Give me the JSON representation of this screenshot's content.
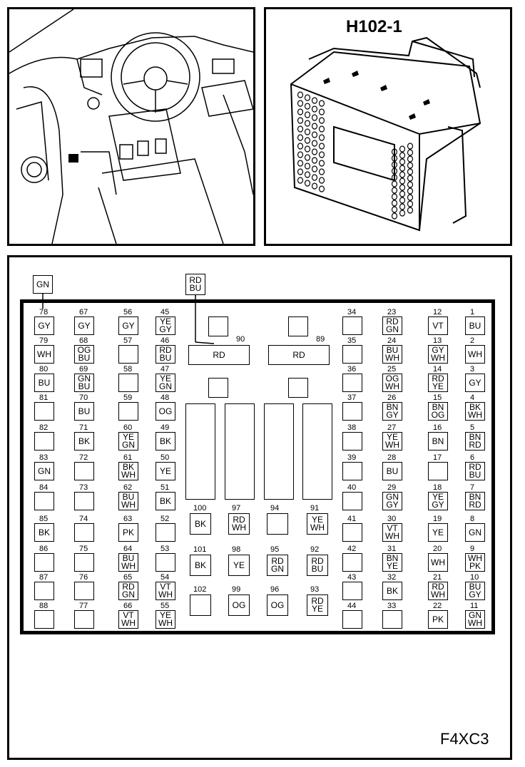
{
  "title": "H102-1",
  "figure_code": "F4XC3",
  "external_top": [
    {
      "id": "ext-gn",
      "text": "GN"
    },
    {
      "id": "ext-rdbu",
      "text": "RD\nBU"
    }
  ],
  "cells": [
    {
      "n": "78",
      "t": "GY"
    },
    {
      "n": "79",
      "t": "WH"
    },
    {
      "n": "80",
      "t": "BU"
    },
    {
      "n": "81",
      "t": ""
    },
    {
      "n": "82",
      "t": ""
    },
    {
      "n": "83",
      "t": "GN"
    },
    {
      "n": "84",
      "t": ""
    },
    {
      "n": "85",
      "t": "BK"
    },
    {
      "n": "86",
      "t": ""
    },
    {
      "n": "87",
      "t": ""
    },
    {
      "n": "88",
      "t": ""
    },
    {
      "n": "67",
      "t": "GY"
    },
    {
      "n": "68",
      "t": "OG\nBU"
    },
    {
      "n": "69",
      "t": "GN\nBU"
    },
    {
      "n": "70",
      "t": "BU"
    },
    {
      "n": "71",
      "t": "BK"
    },
    {
      "n": "72",
      "t": ""
    },
    {
      "n": "73",
      "t": ""
    },
    {
      "n": "74",
      "t": ""
    },
    {
      "n": "75",
      "t": ""
    },
    {
      "n": "76",
      "t": ""
    },
    {
      "n": "77",
      "t": ""
    },
    {
      "n": "56",
      "t": "GY"
    },
    {
      "n": "57",
      "t": ""
    },
    {
      "n": "58",
      "t": ""
    },
    {
      "n": "59",
      "t": ""
    },
    {
      "n": "60",
      "t": "YE\nGN"
    },
    {
      "n": "61",
      "t": "BK\nWH"
    },
    {
      "n": "62",
      "t": "BU\nWH"
    },
    {
      "n": "63",
      "t": "PK"
    },
    {
      "n": "64",
      "t": "BU\nWH"
    },
    {
      "n": "65",
      "t": "RD\nGN"
    },
    {
      "n": "66",
      "t": "VT\nWH"
    },
    {
      "n": "45",
      "t": "YE\nGY"
    },
    {
      "n": "46",
      "t": "RD\nBU"
    },
    {
      "n": "47",
      "t": "YE\nGN"
    },
    {
      "n": "48",
      "t": "OG"
    },
    {
      "n": "49",
      "t": "BK"
    },
    {
      "n": "50",
      "t": "YE"
    },
    {
      "n": "51",
      "t": "BK"
    },
    {
      "n": "52",
      "t": ""
    },
    {
      "n": "53",
      "t": ""
    },
    {
      "n": "54",
      "t": "VT\nWH"
    },
    {
      "n": "55",
      "t": "YE\nWH"
    },
    {
      "n": "34",
      "t": ""
    },
    {
      "n": "35",
      "t": ""
    },
    {
      "n": "36",
      "t": ""
    },
    {
      "n": "37",
      "t": ""
    },
    {
      "n": "38",
      "t": ""
    },
    {
      "n": "39",
      "t": ""
    },
    {
      "n": "40",
      "t": ""
    },
    {
      "n": "41",
      "t": ""
    },
    {
      "n": "42",
      "t": ""
    },
    {
      "n": "43",
      "t": ""
    },
    {
      "n": "44",
      "t": ""
    },
    {
      "n": "23",
      "t": "RD\nGN"
    },
    {
      "n": "24",
      "t": "BU\nWH"
    },
    {
      "n": "25",
      "t": "OG\nWH"
    },
    {
      "n": "26",
      "t": "BN\nGY"
    },
    {
      "n": "27",
      "t": "YE\nWH"
    },
    {
      "n": "28",
      "t": "BU"
    },
    {
      "n": "29",
      "t": "GN\nGY"
    },
    {
      "n": "30",
      "t": "VT\nWH"
    },
    {
      "n": "31",
      "t": "BN\nYE"
    },
    {
      "n": "32",
      "t": "BK"
    },
    {
      "n": "33",
      "t": ""
    },
    {
      "n": "12",
      "t": "VT"
    },
    {
      "n": "13",
      "t": "GY\nWH"
    },
    {
      "n": "14",
      "t": "RD\nYE"
    },
    {
      "n": "15",
      "t": "BN\nOG"
    },
    {
      "n": "16",
      "t": "BN"
    },
    {
      "n": "17",
      "t": ""
    },
    {
      "n": "18",
      "t": "YE\nGY"
    },
    {
      "n": "19",
      "t": "YE"
    },
    {
      "n": "20",
      "t": "WH"
    },
    {
      "n": "21",
      "t": "RD\nWH"
    },
    {
      "n": "22",
      "t": "PK"
    },
    {
      "n": "1",
      "t": "BU"
    },
    {
      "n": "2",
      "t": "WH"
    },
    {
      "n": "3",
      "t": "GY"
    },
    {
      "n": "4",
      "t": "BK\nWH"
    },
    {
      "n": "5",
      "t": "BN\nRD"
    },
    {
      "n": "6",
      "t": "RD\nBU"
    },
    {
      "n": "7",
      "t": "BN\nRD"
    },
    {
      "n": "8",
      "t": "GN"
    },
    {
      "n": "9",
      "t": "WH\nPK"
    },
    {
      "n": "10",
      "t": "BU\nGY"
    },
    {
      "n": "11",
      "t": "GN\nWH"
    }
  ],
  "center": {
    "relay90": {
      "n": "90",
      "t": "RD"
    },
    "relay89": {
      "n": "89",
      "t": "RD"
    },
    "lower": [
      {
        "n": "100",
        "t": "BK"
      },
      {
        "n": "97",
        "t": "RD\nWH"
      },
      {
        "n": "94",
        "t": ""
      },
      {
        "n": "91",
        "t": "YE\nWH"
      },
      {
        "n": "101",
        "t": "BK"
      },
      {
        "n": "98",
        "t": "YE"
      },
      {
        "n": "95",
        "t": "RD\nGN"
      },
      {
        "n": "92",
        "t": "RD\nBU"
      },
      {
        "n": "102",
        "t": ""
      },
      {
        "n": "99",
        "t": "OG"
      },
      {
        "n": "96",
        "t": "OG"
      },
      {
        "n": "93",
        "t": "RD\nYE"
      }
    ]
  }
}
